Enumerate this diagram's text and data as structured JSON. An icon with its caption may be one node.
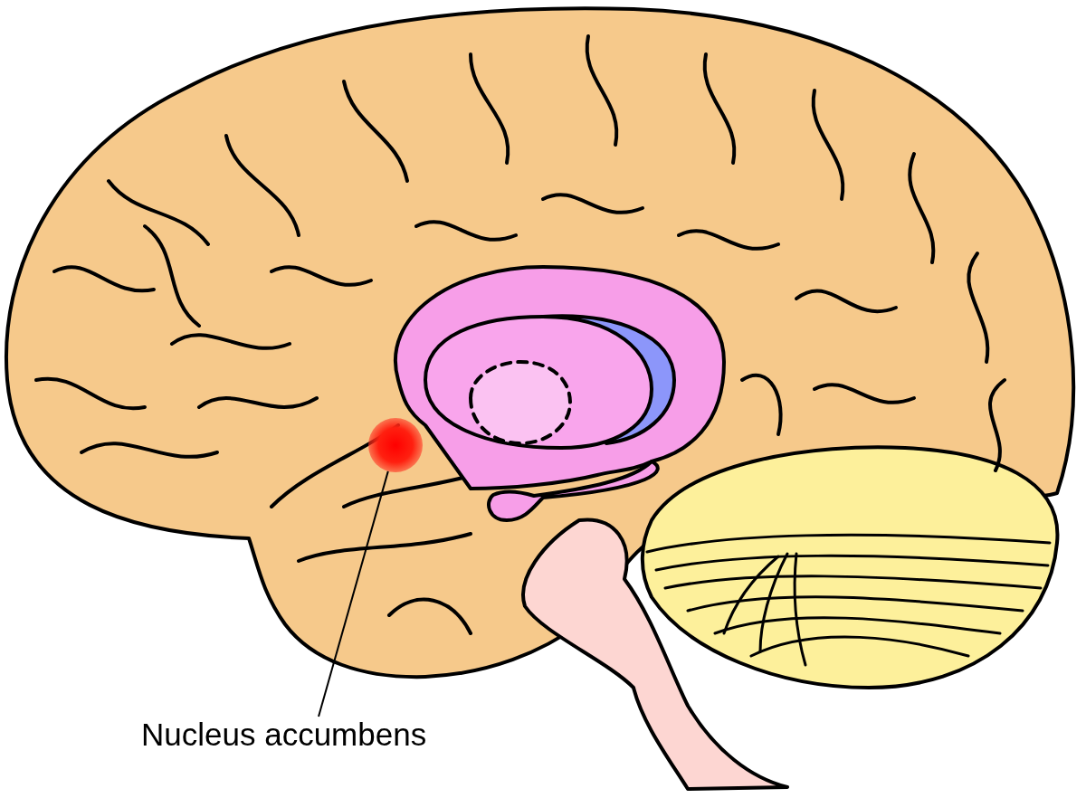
{
  "diagram": {
    "nodes": [
      {
        "text": [
          "Nucleus accumbens"
        ]
      },
      {
        "text": [],
        "shape": "circle"
      }
    ],
    "edges": [
      {
        "from": 0,
        "to": 1,
        "arrow": "none"
      }
    ]
  }
}
